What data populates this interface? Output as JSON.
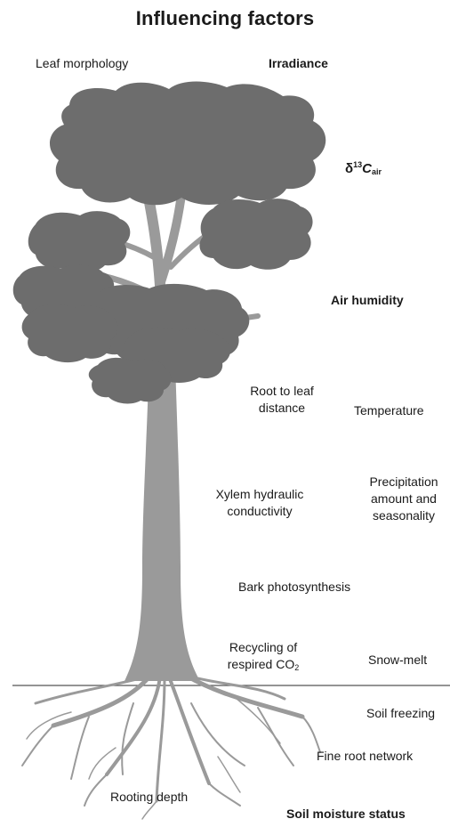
{
  "title": "Influencing factors",
  "labels": {
    "leaf_morphology": "Leaf morphology",
    "irradiance": "Irradiance",
    "d13c_air": {
      "delta": "δ",
      "sup": "13",
      "main": "C",
      "sub": "air"
    },
    "air_humidity": "Air humidity",
    "root_to_leaf": {
      "line1": "Root to leaf",
      "line2": "distance"
    },
    "temperature": "Temperature",
    "xylem": {
      "line1": "Xylem hydraulic",
      "line2": "conductivity"
    },
    "precipitation": {
      "line1": "Precipitation",
      "line2": "amount and",
      "line3": "seasonality"
    },
    "bark_photosynthesis": "Bark photosynthesis",
    "recycling": {
      "line1": "Recycling of",
      "line2": "respired CO",
      "sub": "2"
    },
    "snow_melt": "Snow-melt",
    "soil_freezing": "Soil freezing",
    "fine_root_network": "Fine root network",
    "rooting_depth": "Rooting depth",
    "soil_moisture_status": "Soil moisture status"
  },
  "colors": {
    "canopy": "#6d6d6d",
    "trunk": "#9a9a9a",
    "ground_line": "#555555",
    "text": "#1a1a1a"
  }
}
